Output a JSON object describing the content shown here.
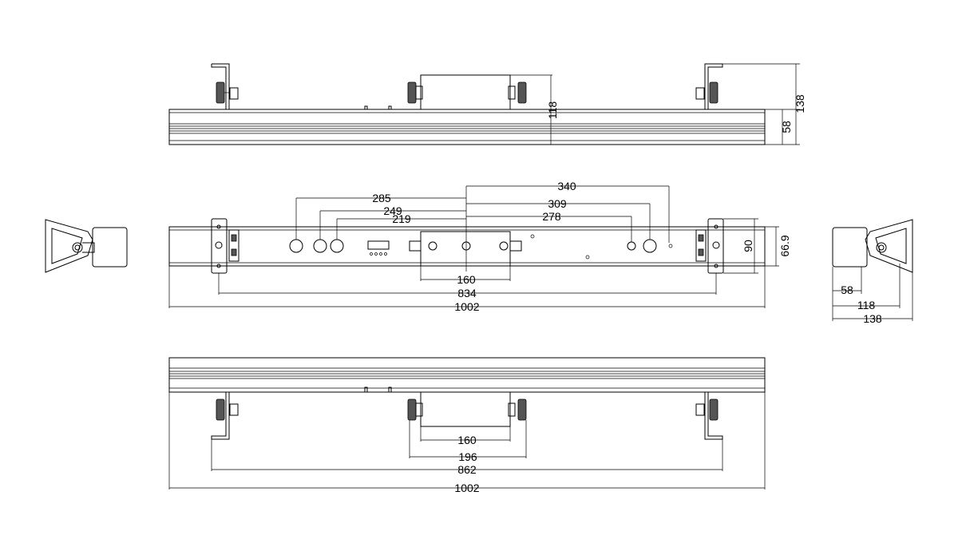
{
  "dimensions": {
    "top_view": {
      "height_bracket": "118",
      "height_total": "138",
      "height_body": "58"
    },
    "front_view": {
      "d340": "340",
      "d285": "285",
      "d309": "309",
      "d249": "249",
      "d219": "219",
      "d278": "278",
      "d160": "160",
      "d834": "834",
      "d1002": "1002",
      "d90": "90",
      "d66_9": "66.9"
    },
    "side_view": {
      "d58": "58",
      "d118": "118",
      "d138": "138"
    },
    "bottom_view": {
      "d160": "160",
      "d196": "196",
      "d862": "862",
      "d1002": "1002"
    }
  },
  "colors": {
    "line": "#000000",
    "background": "#ffffff",
    "knob_fill": "#555555"
  }
}
